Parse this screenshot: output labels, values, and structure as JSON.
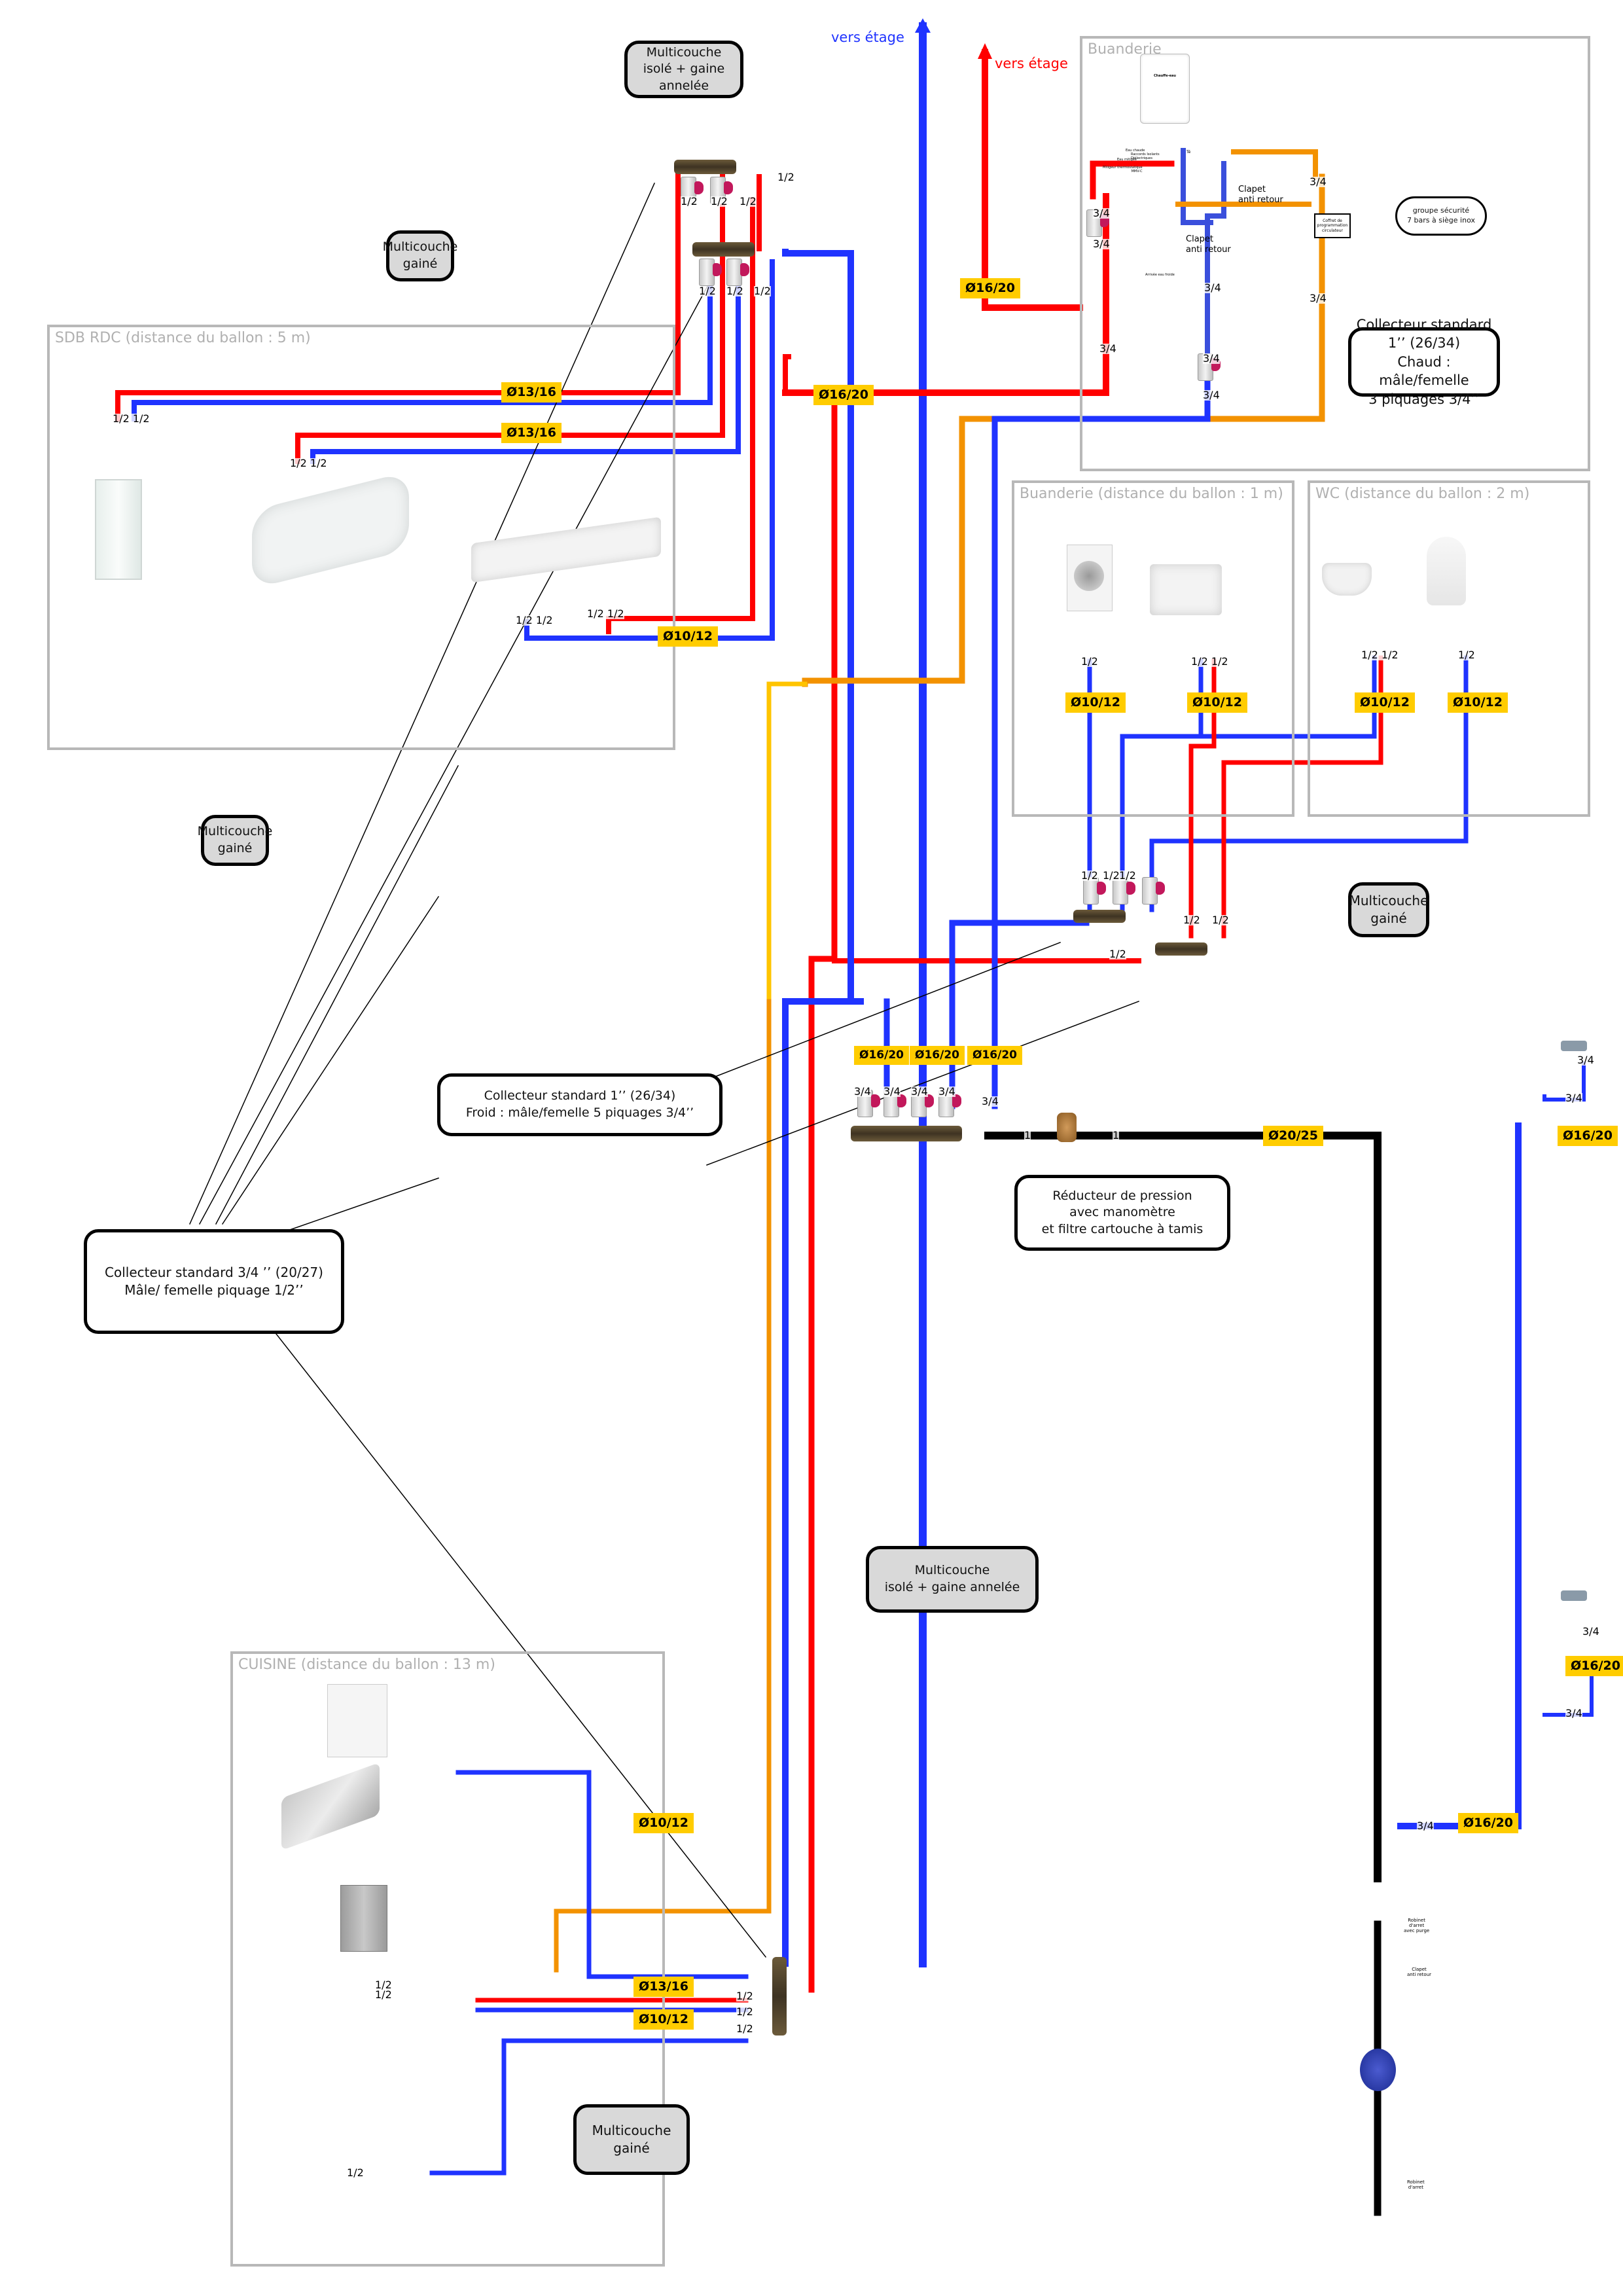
{
  "title": "Schéma de plomberie — distribution eau chaude / eau froide",
  "colors": {
    "hot": "#ff0000",
    "cold": "#1f33ff",
    "return_loop": "#f39200",
    "supply_main": "#000000",
    "diameter_tag": "#ffcc00",
    "room_border": "#b8b8b8",
    "callout_grey": "#d9d9d9"
  },
  "risers": {
    "cold_up": "vers étage",
    "hot_up": "vers étage"
  },
  "rooms": {
    "buanderie_top": "Buanderie",
    "sdb": "SDB RDC (distance du ballon : 5 m)",
    "buanderie": "Buanderie (distance du ballon : 1 m)",
    "wc": "WC (distance du ballon : 2 m)",
    "cuisine": "CUISINE (distance du ballon : 13 m)"
  },
  "water_heater": {
    "name": "Chauffe-eau",
    "labels": {
      "raccords": "Raccords Isolants\nDiélectriques",
      "eau_chaude": "Eau chaude",
      "eau_mitigee": "Eau mitigée",
      "mitigeur": "Mitigeur thermostatique\nMMV-C",
      "te": "Té",
      "arrivee_froide": "Arrivée eau froide"
    },
    "clapet1": "Clapet\nanti retour",
    "clapet2": "Clapet\nanti retour",
    "coffret": "Coffret de\nprogrammation\ncirculateur"
  },
  "callouts": {
    "isole_top": "Multicouche\nisolé + gaine annelée",
    "gaine_sdb": "Multicouche\ngainé",
    "gaine_mid": "Multicouche\ngainé",
    "gaine_wc": "Multicouche\ngainé",
    "groupe_securite": "groupe sécurité\n7 bars à siège inox",
    "collecteur_chaud": "Collecteur standard 1’’ (26/34)\nChaud : mâle/femelle\n3 piquages 3/4’’",
    "collecteur_froid": "Collecteur standard 1’’ (26/34)\nFroid : mâle/femelle 5 piquages 3/4’’",
    "collecteur_34": "Collecteur standard 3/4 ’’ (20/27)\nMâle/ femelle piquage 1/2’’",
    "reducteur": "Réducteur de pression\navec manomètre\net filtre cartouche à tamis",
    "isole_bottom": "Multicouche\nisolé + gaine annelée",
    "gaine_cuisine": "Multicouche\ngainé"
  },
  "diameters": {
    "sdb_shower": "Ø13/16",
    "sdb_bath": "Ø13/16",
    "sdb_basin": "Ø10/12",
    "hot_riser": "Ø16/20",
    "hot_main": "Ø16/20",
    "buand_wm": "Ø10/12",
    "buand_sink": "Ø10/12",
    "wc_basin": "Ø10/12",
    "wc_toilet": "Ø10/12",
    "froid_1": "Ø16/20",
    "froid_2": "Ø16/20",
    "froid_3": "Ø16/20",
    "main_supply": "Ø20/25",
    "ext_tap_1": "Ø16/20",
    "ext_tap_2": "Ø16/20",
    "ext_branch": "Ø16/20",
    "cuisine_dw": "Ø10/12",
    "cuisine_sink": "Ø13/16",
    "cuisine_fridge": "Ø10/12"
  },
  "sizes": {
    "half": "1/2",
    "three_quarter": "3/4",
    "one": "1",
    "pair_half": "1/2 1/2"
  },
  "meter_chain": {
    "robinet_purge": "Robinet\nd'arret\navec purge",
    "clapet": "Clapet\nanti retour",
    "robinet": "Robinet\nd'arret"
  }
}
